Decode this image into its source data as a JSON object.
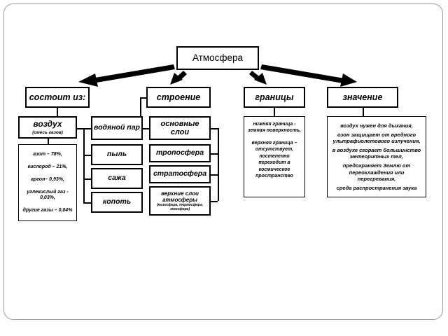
{
  "slide": {
    "root": {
      "label": "Атмосфера"
    },
    "categories": [
      {
        "id": "composition",
        "label": "состоит из:"
      },
      {
        "id": "structure",
        "label": "строение"
      },
      {
        "id": "boundaries",
        "label": "границы"
      },
      {
        "id": "importance",
        "label": "значение"
      }
    ],
    "air": {
      "label": "воздух",
      "note": "(смесь газов)",
      "gases": [
        "азот – 78%,",
        "кислород – 21%,",
        "аргон–  0,93%,",
        "углекислый газ - 0,03%,",
        "другие газы – 0,04%"
      ]
    },
    "impurities": [
      {
        "label": "водяной пар"
      },
      {
        "label": "пыль"
      },
      {
        "label": "сажа"
      },
      {
        "label": "копоть"
      }
    ],
    "structure": {
      "main_layers_label": "основные слои",
      "layers": [
        {
          "label": "тропосфера",
          "paren": ""
        },
        {
          "label": "стратосфера",
          "paren": ""
        },
        {
          "label": "верхние слои атмосферы",
          "paren": "(мезосфера, термосфера, экзосфера)"
        }
      ]
    },
    "boundaries": {
      "paragraphs": [
        "нижняя граница - земная поверхность,",
        "верхняя граница – отсутствует, постепенно переходит в космическое пространство"
      ]
    },
    "importance": {
      "paragraphs": [
        "воздух нужен для дыхания,",
        "озон защищает от вредного ультрафиолетового излучения,",
        "в воздухе сгорает большинство метеоритных тел,",
        "предохраняет Землю от переохлаждения или перегревания,",
        "среда распространения звука"
      ]
    },
    "colors": {
      "line": "#000000",
      "border": "#9a9a9a",
      "background": "#ffffff"
    }
  }
}
